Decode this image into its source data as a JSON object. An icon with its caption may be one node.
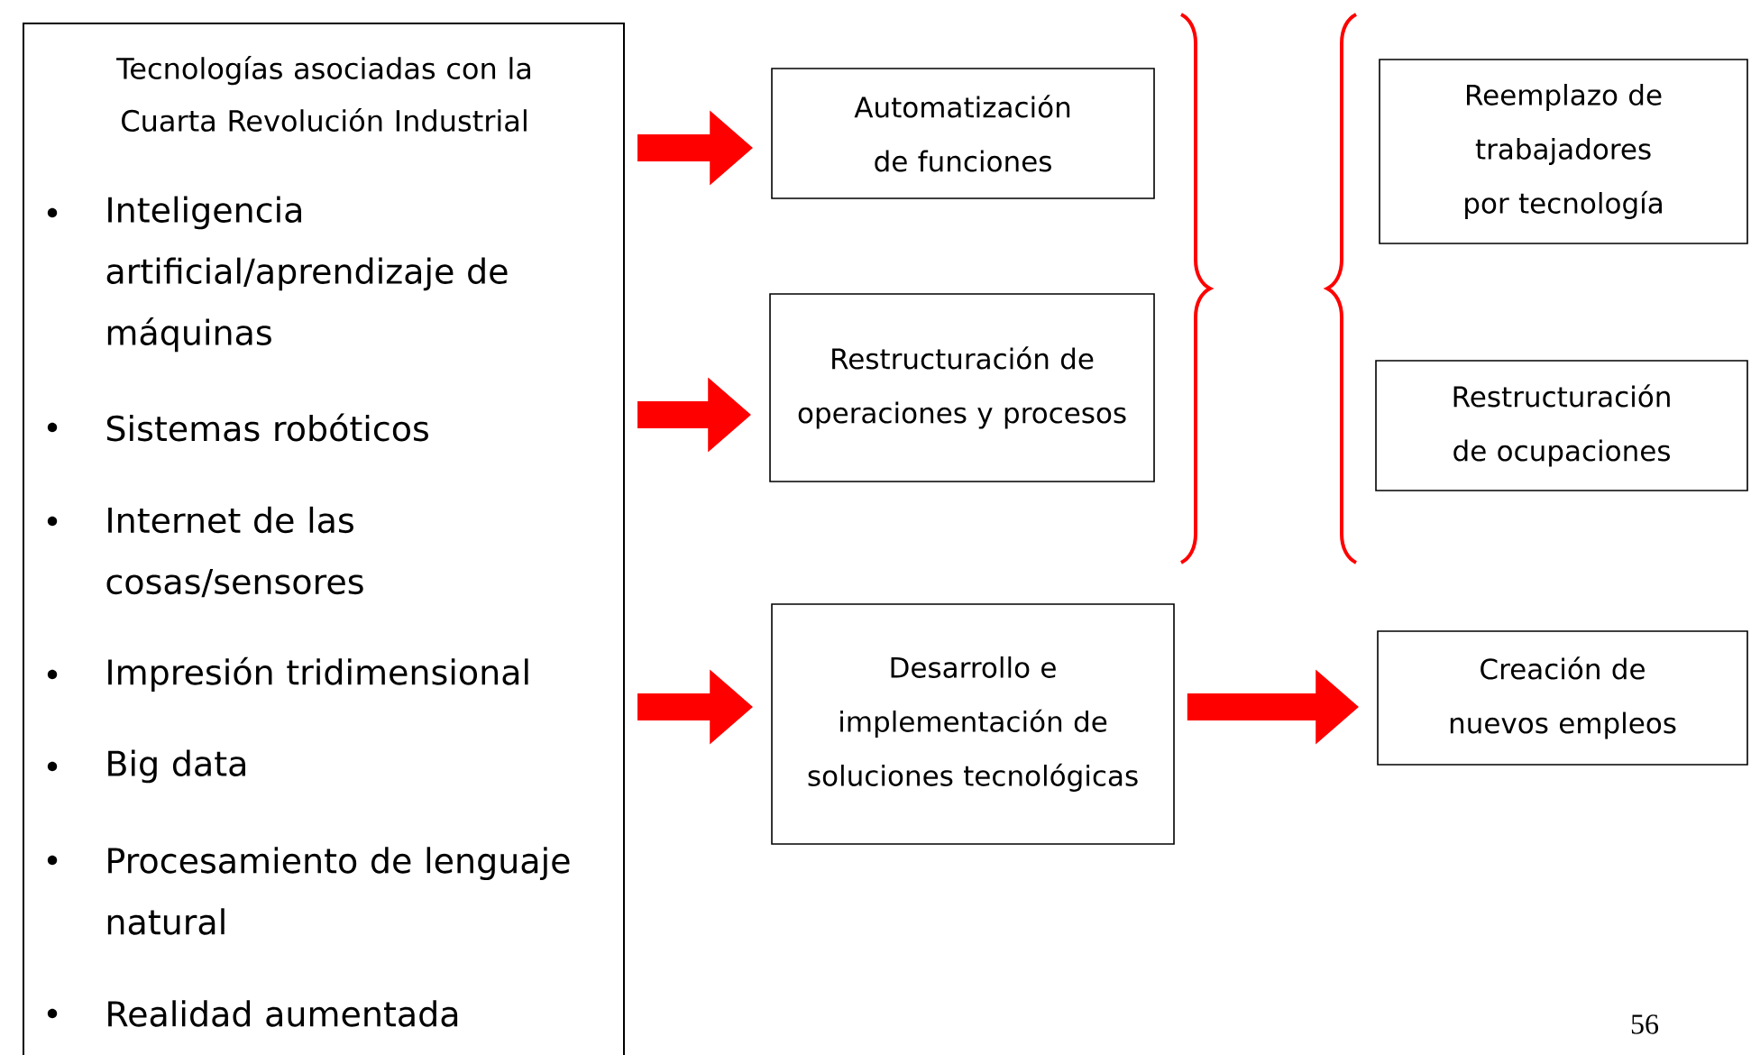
{
  "diagram": {
    "nodes": [
      {
        "text": [
          "Tecnologías asociadas con la Cuarta Revolución Industrial",
          "Inteligencia artificial/aprendizaje de máquinas",
          "Sistemas robóticos",
          "Internet de las cosas/sensores",
          "Impresión tridimensional",
          "Big data",
          "Procesamiento de lenguaje natural",
          "Realidad aumentada"
        ]
      },
      {
        "text": [
          "Automatización de funciones"
        ]
      },
      {
        "text": [
          "Restructuración de operaciones y procesos"
        ]
      },
      {
        "text": [
          "Desarrollo e implementación de soluciones tecnológicas"
        ]
      },
      {
        "text": [
          "Reemplazo de trabajadores por tecnología"
        ]
      },
      {
        "text": [
          "Restructuración de ocupaciones"
        ]
      },
      {
        "text": [
          "Creación de nuevos empleos"
        ]
      }
    ],
    "edges": [
      {
        "from": 0,
        "to": 1,
        "arrow": "to"
      },
      {
        "from": 0,
        "to": 2,
        "arrow": "to"
      },
      {
        "from": 0,
        "to": 3,
        "arrow": "to"
      },
      {
        "from": 3,
        "to": 6,
        "arrow": "to"
      }
    ],
    "labels": [
      "56"
    ]
  }
}
